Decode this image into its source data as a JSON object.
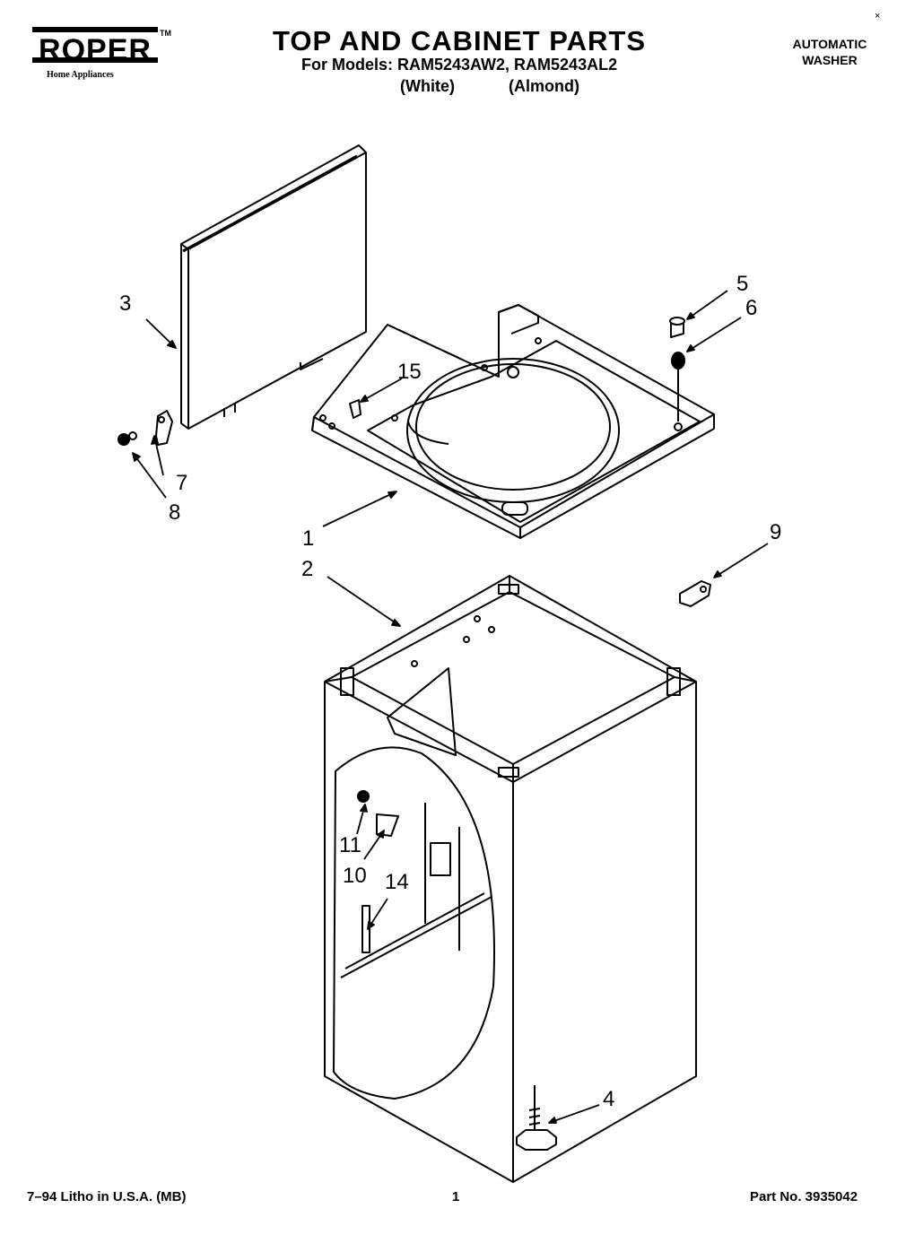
{
  "header": {
    "brand": "ROPER",
    "trademark": "TM",
    "brand_sub": "Home Appliances",
    "title": "TOP AND CABINET PARTS",
    "models_line": "For Models: RAM5243AW2, RAM5243AL2",
    "variant_white": "(White)",
    "variant_almond": "(Almond)",
    "product_line1": "AUTOMATIC",
    "product_line2": "WASHER",
    "corner_mark": "×"
  },
  "callouts": {
    "c1": "1",
    "c2": "2",
    "c3": "3",
    "c4": "4",
    "c5": "5",
    "c6": "6",
    "c7": "7",
    "c8": "8",
    "c9": "9",
    "c10": "10",
    "c11": "11",
    "c14": "14",
    "c15": "15"
  },
  "footer": {
    "left": "7–94 Litho in U.S.A. (MB)",
    "center": "1",
    "right": "Part No. 3935042"
  }
}
